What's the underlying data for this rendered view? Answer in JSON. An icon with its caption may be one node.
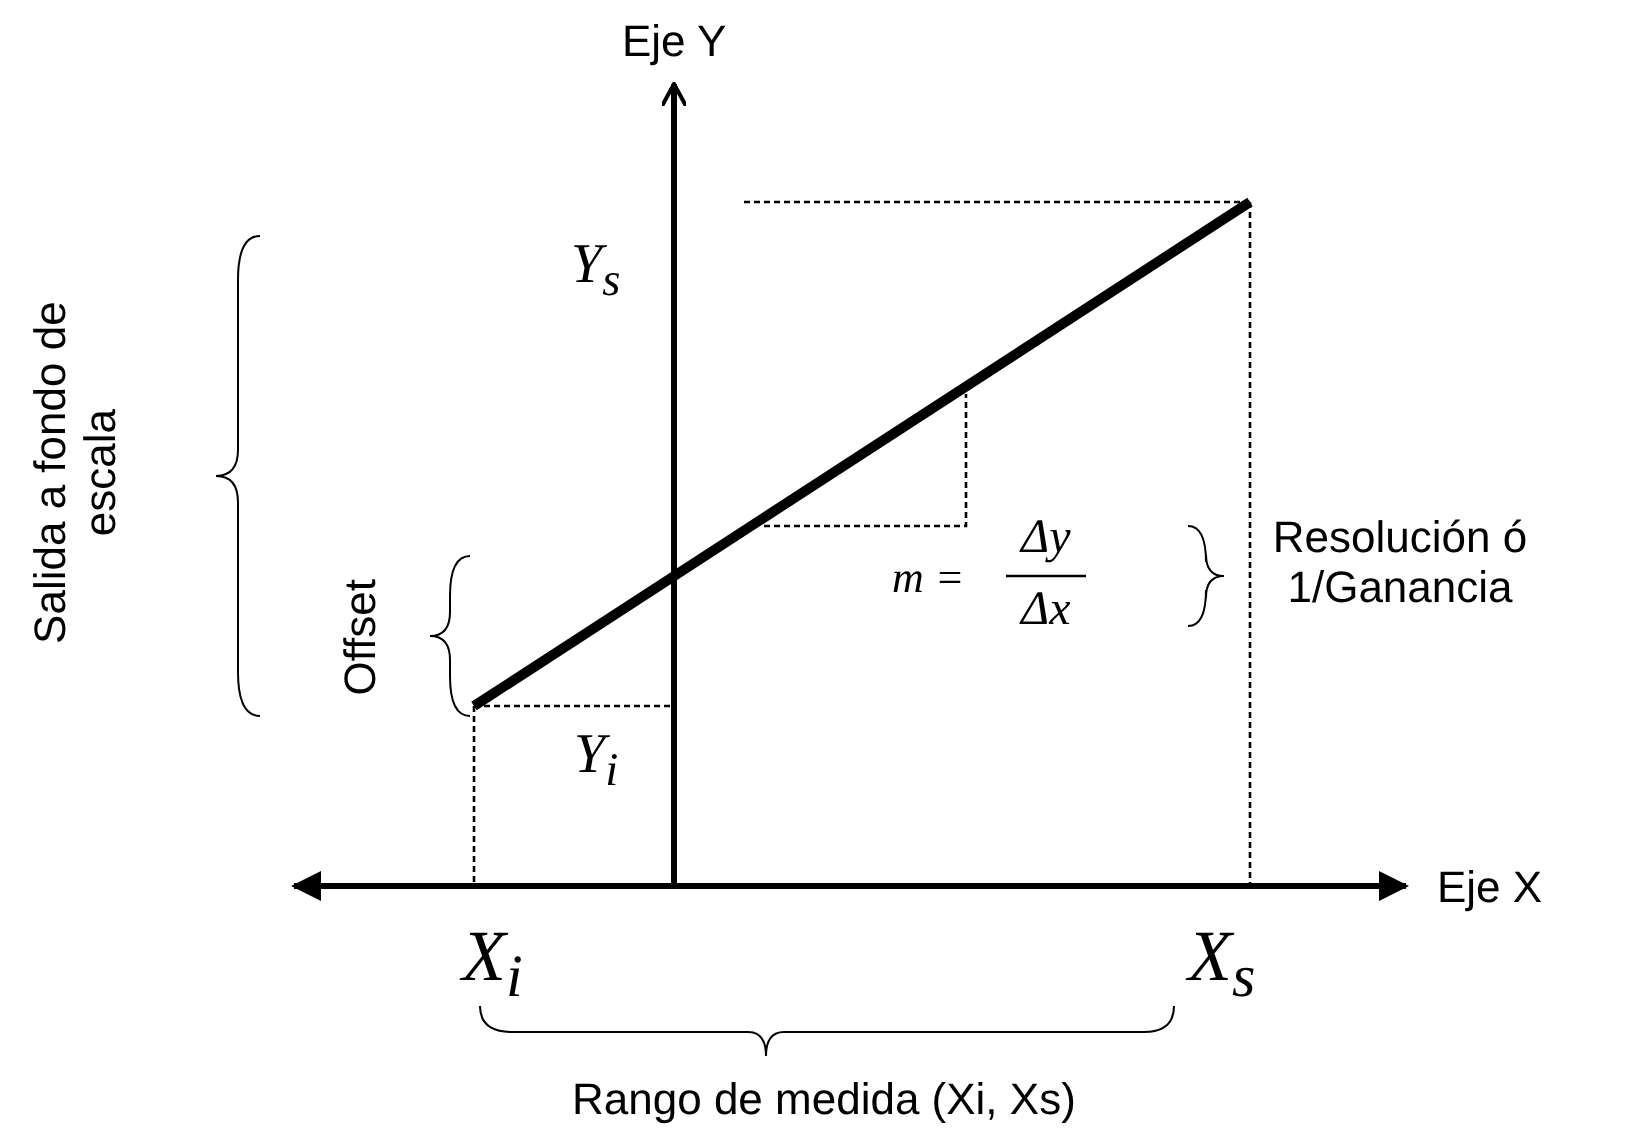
{
  "diagram": {
    "labels": [
      "Eje Y",
      "Y$_{s}$",
      "Salida a fondo de escala",
      "Offset",
      "m =",
      "Δy",
      "Δx",
      "Resolución ó 1/Ganancia",
      "Y$_{i}$",
      "Eje X",
      "X$_{i}$",
      "X$_{s}$",
      "Rango de medida (Xi, Xs)"
    ]
  }
}
